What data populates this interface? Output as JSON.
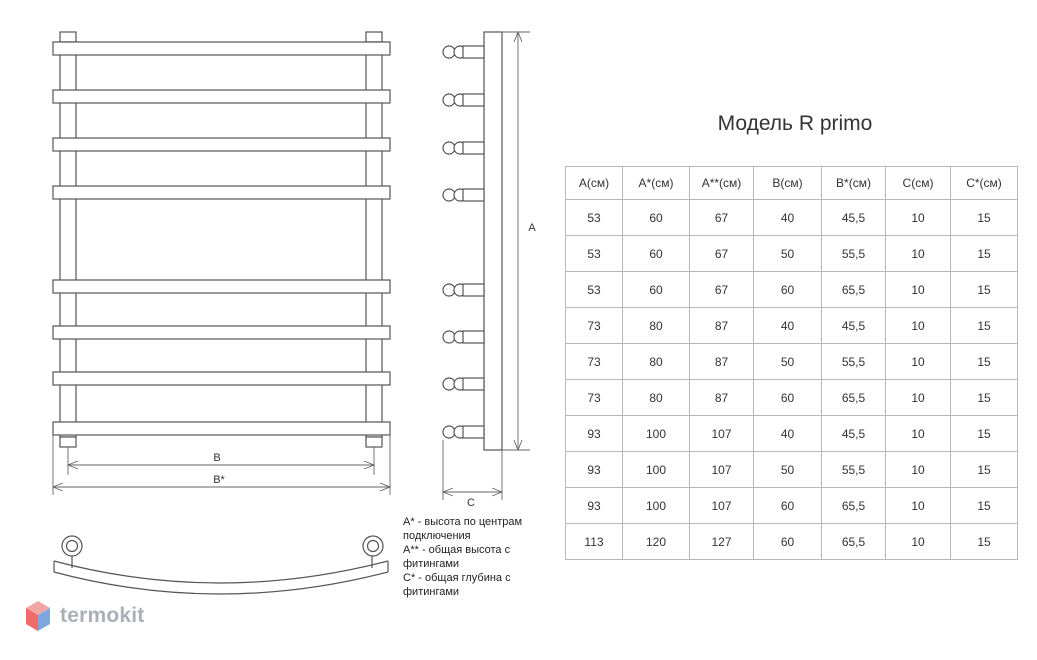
{
  "title": "Модель R primo",
  "dimension_labels": {
    "height": "A",
    "width_inner": "B",
    "width_outer": "B*",
    "depth": "C"
  },
  "table": {
    "headers": [
      "A(см)",
      "A*(см)",
      "A**(см)",
      "B(см)",
      "B*(см)",
      "C(см)",
      "C*(см)"
    ],
    "rows": [
      [
        "53",
        "60",
        "67",
        "40",
        "45,5",
        "10",
        "15"
      ],
      [
        "53",
        "60",
        "67",
        "50",
        "55,5",
        "10",
        "15"
      ],
      [
        "53",
        "60",
        "67",
        "60",
        "65,5",
        "10",
        "15"
      ],
      [
        "73",
        "80",
        "87",
        "40",
        "45,5",
        "10",
        "15"
      ],
      [
        "73",
        "80",
        "87",
        "50",
        "55,5",
        "10",
        "15"
      ],
      [
        "73",
        "80",
        "87",
        "60",
        "65,5",
        "10",
        "15"
      ],
      [
        "93",
        "100",
        "107",
        "40",
        "45,5",
        "10",
        "15"
      ],
      [
        "93",
        "100",
        "107",
        "50",
        "55,5",
        "10",
        "15"
      ],
      [
        "93",
        "100",
        "107",
        "60",
        "65,5",
        "10",
        "15"
      ],
      [
        "113",
        "120",
        "127",
        "60",
        "65,5",
        "10",
        "15"
      ]
    ]
  },
  "notes": [
    "A* - высота по центрам подключения",
    "A** - общая высота с фитингами",
    "C* - общая глубина с фитингами"
  ],
  "logo": {
    "text": "termokit",
    "colors": {
      "top": "#f2a5a5",
      "left": "#f06a6a",
      "right": "#7ea7e0"
    }
  }
}
